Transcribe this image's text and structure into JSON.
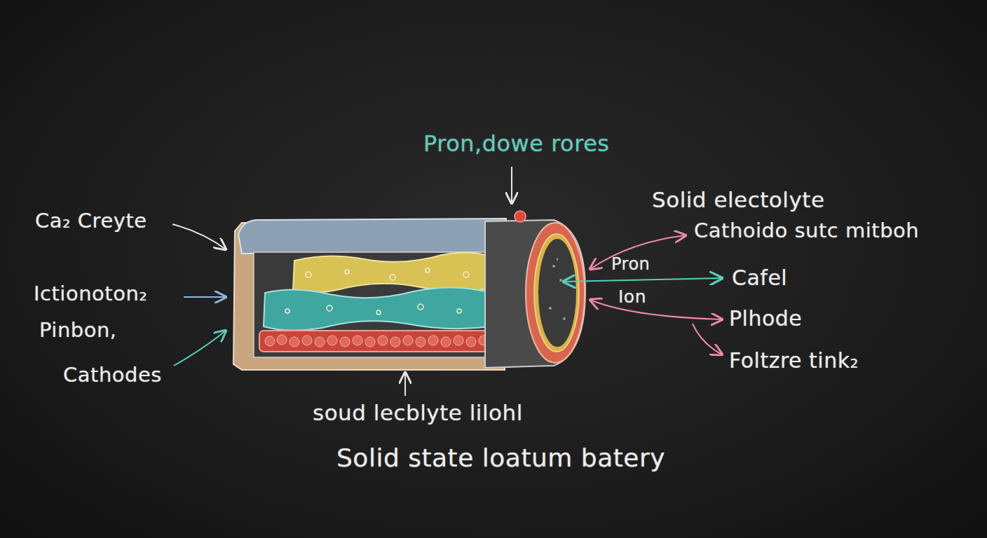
{
  "diagram": {
    "caption": "Solid state loatum batery",
    "labels": [
      "Pron,dowe rores",
      "Ca₂ Creyte",
      "Ictionoton₂",
      "Pinbon,",
      "Cathodes",
      "Solid electolyte",
      "Cathoido sutc mitboh",
      "Pron",
      "Ion",
      "Cafel",
      "Plhode",
      "Foltzre tink₂",
      "soud lecblyte lilohl"
    ]
  }
}
